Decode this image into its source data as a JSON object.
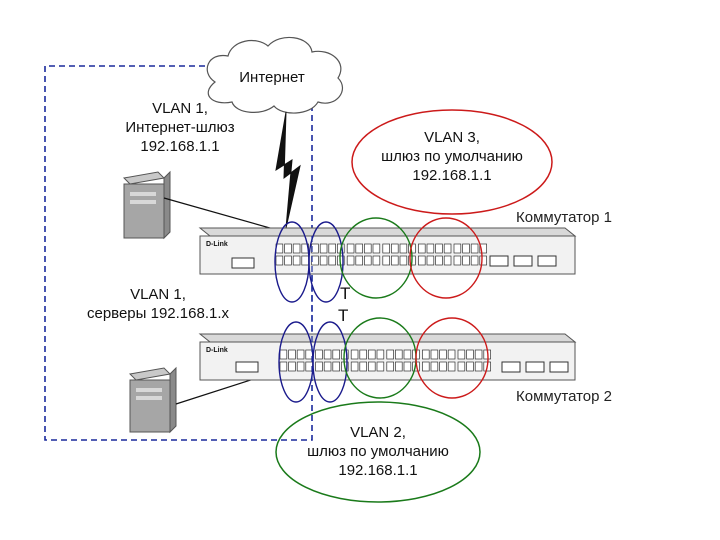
{
  "cloud_label": "Интернет",
  "vlan1_gateway": "VLAN 1,\nИнтернет-шлюз\n192.168.1.1",
  "vlan3_label": "VLAN 3,\nшлюз по умолчанию\n192.168.1.1",
  "vlan1_servers": "VLAN 1,\nсерверы 192.168.1.x",
  "vlan2_label": "VLAN 2,\nшлюз по умолчанию\n192.168.1.1",
  "switch1_name": "Коммутатор 1",
  "switch2_name": "Коммутатор 2",
  "trunk_tag_1": "T",
  "trunk_tag_2": "T",
  "switch_brand": "D-Link",
  "colors": {
    "vlan1": "#1a1a8c",
    "vlan2": "#1a7a1a",
    "vlan3": "#cc1a1a",
    "dashed": "#1a2a9c",
    "switch_body": "#f2f2f2"
  },
  "icons": {
    "server": "server-icon",
    "cloud": "cloud-icon",
    "link": "lightning-link-icon"
  }
}
